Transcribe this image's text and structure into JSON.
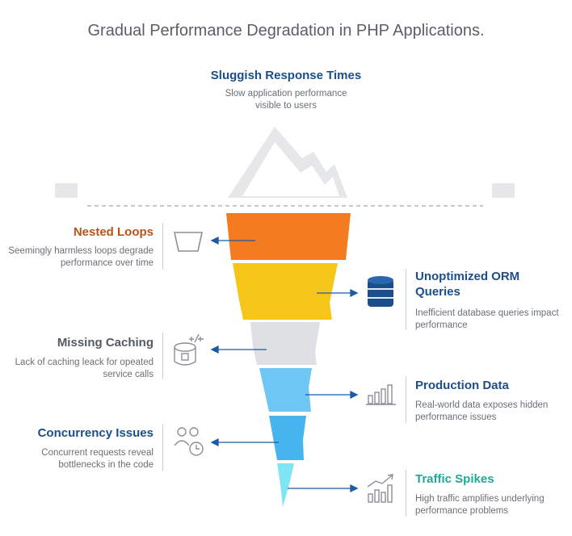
{
  "title": "Gradual Performance Degradation in PHP Applications.",
  "top": {
    "title": "Sluggish Response Times",
    "desc_line1": "Slow application performance",
    "desc_line2": "visible to users"
  },
  "items": [
    {
      "title": "Nested Loops",
      "desc_line1": "Seemingly harmless loops degrade",
      "desc_line2": "performance over time",
      "icon": "bucket-icon",
      "color": "#b8541b"
    },
    {
      "title_line1": "Unoptimized ORM",
      "title_line2": "Queries",
      "desc_line1": "Inefficient database queries impact",
      "desc_line2": "performance",
      "icon": "database-icon",
      "color": "#1c4f8a"
    },
    {
      "title": "Missing Caching",
      "desc_line1": "Lack of caching leack for opeated",
      "desc_line2": "service calls",
      "icon": "cache-icon",
      "color": "#555b62"
    },
    {
      "title": "Production Data",
      "desc_line1": "Real-world data exposes hidden",
      "desc_line2": "performance issues",
      "icon": "bar-chart-icon",
      "color": "#1c4f8a"
    },
    {
      "title": "Concurrency Issues",
      "desc_line1": "Concurrent requests reveal",
      "desc_line2": "bottlenecks in the code",
      "icon": "users-clock-icon",
      "color": "#1c4f8a"
    },
    {
      "title": "Traffic Spikes",
      "desc_line1": "High traffic amplifies underlying",
      "desc_line2": "performance problems",
      "icon": "trend-chart-icon",
      "color": "#1fa89a"
    }
  ],
  "colors": {
    "orange": "#f47b20",
    "yellow": "#f5c518",
    "gray": "#dfe0e3",
    "lightblue": "#6ec6f5",
    "blue": "#46b4ee",
    "cyan": "#7ee6f2",
    "arrow": "#1c5aa6",
    "iceberg": "#e6e7e9"
  }
}
